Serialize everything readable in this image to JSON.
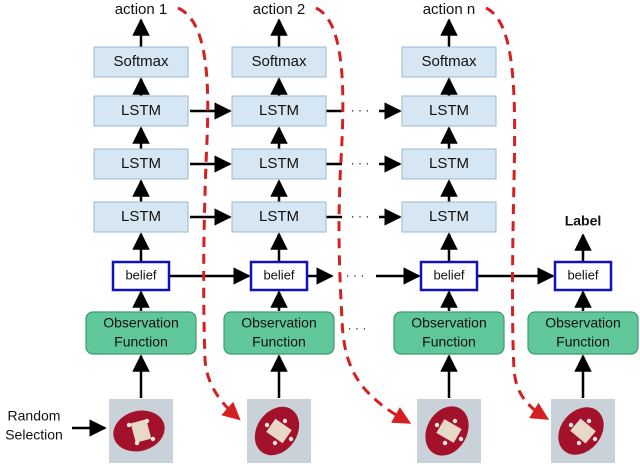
{
  "columns": [
    {
      "action_label": "action 1",
      "has_lstm": true,
      "has_softmax": true,
      "belief_label": "belief",
      "obs_label_1": "Observation",
      "obs_label_2": "Function"
    },
    {
      "action_label": "action 2",
      "has_lstm": true,
      "has_softmax": true,
      "belief_label": "belief",
      "obs_label_1": "Observation",
      "obs_label_2": "Function"
    },
    {
      "action_label": "action n",
      "has_lstm": true,
      "has_softmax": true,
      "belief_label": "belief",
      "obs_label_1": "Observation",
      "obs_label_2": "Function"
    },
    {
      "action_label": "",
      "has_lstm": false,
      "has_softmax": false,
      "belief_label": "belief",
      "obs_label_1": "Observation",
      "obs_label_2": "Function",
      "top_label": "Label"
    }
  ],
  "lstm_label": "LSTM",
  "softmax_label": "Softmax",
  "ellipsis": "· · ·",
  "random_selection": {
    "line1": "Random",
    "line2": "Selection"
  },
  "colors": {
    "module_fill": "#d6e6f2",
    "module_border": "#9bb8cf",
    "belief_border": "#1010b8",
    "obs_fill": "#5fc79a",
    "obs_border": "#3d9a72",
    "dashed_arrow": "#d42020",
    "arrow": "#000000"
  },
  "image_icons": [
    "object-photo-1",
    "object-photo-2",
    "object-photo-3",
    "object-photo-4"
  ]
}
